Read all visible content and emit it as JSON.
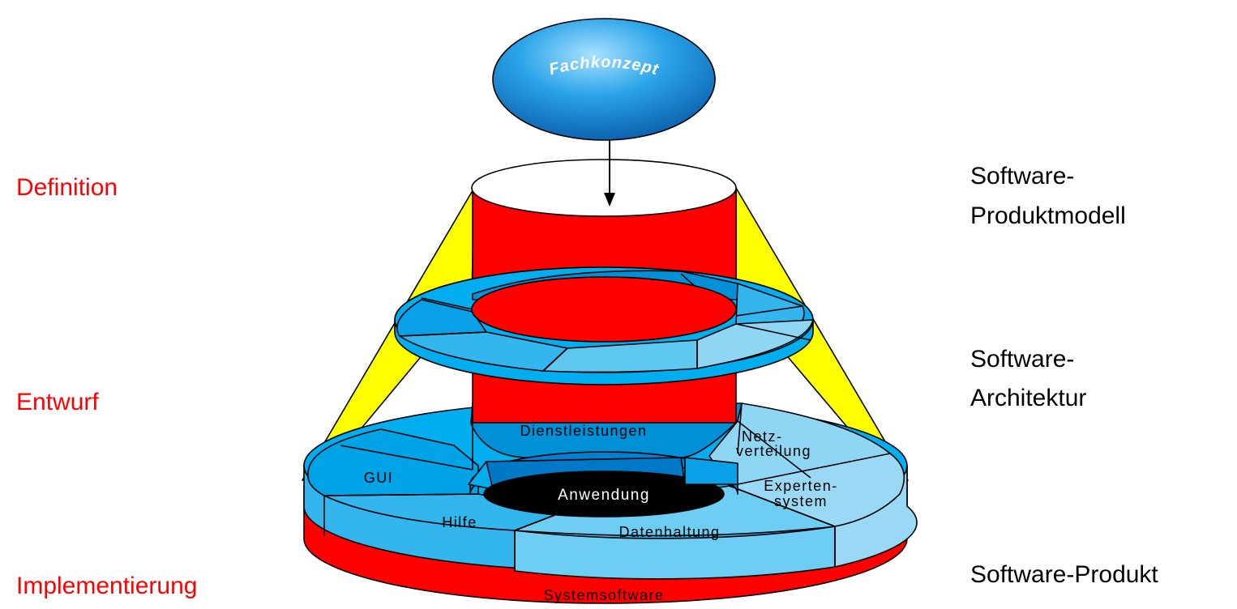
{
  "phases": {
    "definition": "Definition",
    "entwurf": "Entwurf",
    "implementierung": "Implementierung"
  },
  "results": {
    "produktmodell_line1": "Software-",
    "produktmodell_line2": "Produktmodell",
    "architektur_line1": "Software-",
    "architektur_line2": "Architektur",
    "produkt": "Software-Produkt"
  },
  "concept": "Fachkonzept",
  "segments": {
    "dienstleistungen": "Dienstleistungen",
    "netz_line1": "Netz-",
    "netz_line2": "verteilung",
    "gui": "GUI",
    "experten_line1": "Experten-",
    "experten_line2": "system",
    "anwendung": "Anwendung",
    "hilfe": "Hilfe",
    "datenhaltung": "Datenhaltung",
    "systemsoftware": "Systemsoftware"
  },
  "colors": {
    "red": "#ff0000",
    "yellow": "#ffff00",
    "blue_dark": "#0080d0",
    "blue_mid": "#00aeef",
    "blue_light": "#5ec8f0",
    "blue_pale": "#9ad9f5",
    "sphere": "#1a8fd6"
  }
}
